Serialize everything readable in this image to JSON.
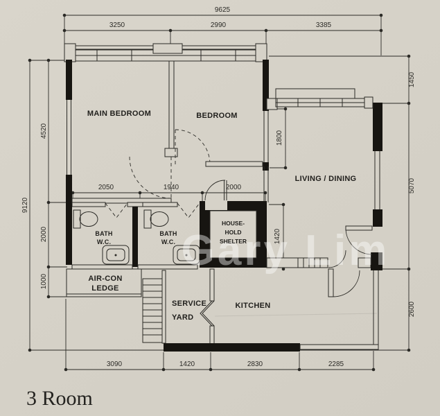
{
  "title": "3 Room",
  "watermark": "Gary Lim",
  "rooms": {
    "main_bedroom": "MAIN BEDROOM",
    "bedroom": "BEDROOM",
    "living_dining": "LIVING / DINING",
    "bath1_line1": "BATH",
    "bath1_line2": "W.C.",
    "bath2_line1": "BATH",
    "bath2_line2": "W.C.",
    "shelter_line1": "HOUSE-",
    "shelter_line2": "HOLD",
    "shelter_line3": "SHELTER",
    "aircon_line1": "AIR-CON",
    "aircon_line2": "LEDGE",
    "service_line1": "SERVICE",
    "service_line2": "YARD",
    "kitchen": "KITCHEN"
  },
  "dimensions": {
    "top_total": "9625",
    "top_1": "3250",
    "top_2": "2990",
    "top_3": "3385",
    "left_total": "9120",
    "left_1": "4520",
    "left_2": "2000",
    "left_3": "1000",
    "right_1": "1450",
    "right_2": "5070",
    "right_3": "2600",
    "mid_1": "2050",
    "mid_2": "1940",
    "mid_3": "2000",
    "living_window": "1800",
    "shelter_depth": "1420",
    "bottom_1": "3090",
    "bottom_2": "1420",
    "bottom_3": "2830",
    "bottom_4": "2285"
  },
  "colors": {
    "paper": "#d6d2c8",
    "ink": "#2b2a26",
    "wall": "#171511",
    "watermark": "rgba(255,255,255,0.42)"
  }
}
